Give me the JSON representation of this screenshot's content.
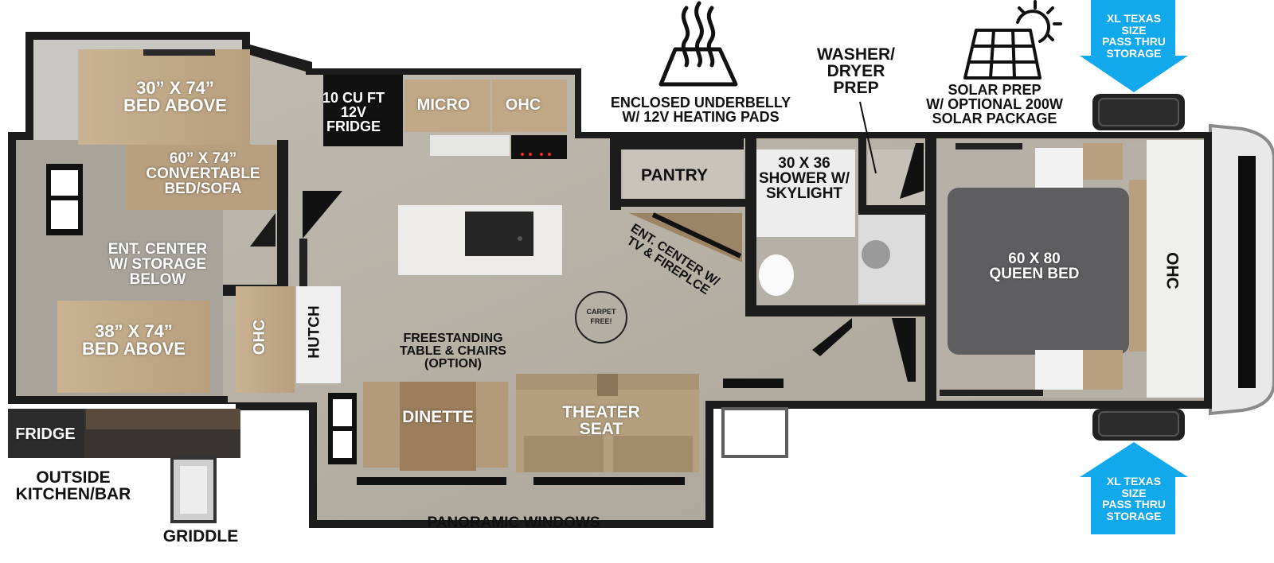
{
  "labels": {
    "bed_above_1": [
      "30” X 74”",
      "BED ABOVE"
    ],
    "convertable": [
      "60” X 74”",
      "CONVERTABLE",
      "BED/SOFA"
    ],
    "ent_center_left": [
      "ENT. CENTER",
      "W/ STORAGE",
      "BELOW"
    ],
    "bed_above_2": [
      "38” X 74”",
      "BED ABOVE"
    ],
    "ohc_left": "OHC",
    "hutch": "HUTCH",
    "fridge_inside": [
      "10 CU FT",
      "12V",
      "FRIDGE"
    ],
    "micro": "MICRO",
    "ohc_kitchen": "OHC",
    "pantry": "PANTRY",
    "ent_center_diag": [
      "ENT. CENTER W/",
      "TV & FIREPLCE"
    ],
    "freestanding": [
      "FREESTANDING",
      "TABLE & CHAIRS",
      "(OPTION)"
    ],
    "dinette": "DINETTE",
    "theater": [
      "THEATER",
      "SEAT"
    ],
    "shower": [
      "30 X 36",
      "SHOWER W/",
      "SKYLIGHT"
    ],
    "washer": [
      "WASHER/",
      "DRYER",
      "PREP"
    ],
    "queen": [
      "60 X 80",
      "QUEEN BED"
    ],
    "ohc_right": "OHC",
    "fridge_outside": "FRIDGE",
    "outside_kitchen": [
      "OUTSIDE",
      "KITCHEN/BAR"
    ],
    "griddle": "GRIDDLE",
    "panoramic": "PANORAMIC WINDOWS",
    "underbelly": [
      "ENCLOSED UNDERBELLY",
      "W/ 12V HEATING PADS"
    ],
    "solar": [
      "SOLAR PREP",
      "W/ OPTIONAL 200W",
      "SOLAR PACKAGE"
    ],
    "storage_top": [
      "XL TEXAS SIZE",
      "PASS THRU",
      "STORAGE"
    ],
    "storage_bottom": [
      "XL TEXAS SIZE",
      "PASS THRU",
      "STORAGE"
    ],
    "carpet_free": [
      "CARPET",
      "FREE!"
    ]
  },
  "colors": {
    "wall": "#1c1c1c",
    "floor": "#b7b1a6",
    "wood": "#c3ab88",
    "callout_blue": "#12a8ec",
    "bed_grey": "#5e5e60",
    "countertop": "#e8e8e6"
  },
  "icons": [
    "heat-pad-icon",
    "solar-panel-icon",
    "sun-icon",
    "arrow-down-icon",
    "arrow-up-icon",
    "carpet-free-badge-icon"
  ]
}
